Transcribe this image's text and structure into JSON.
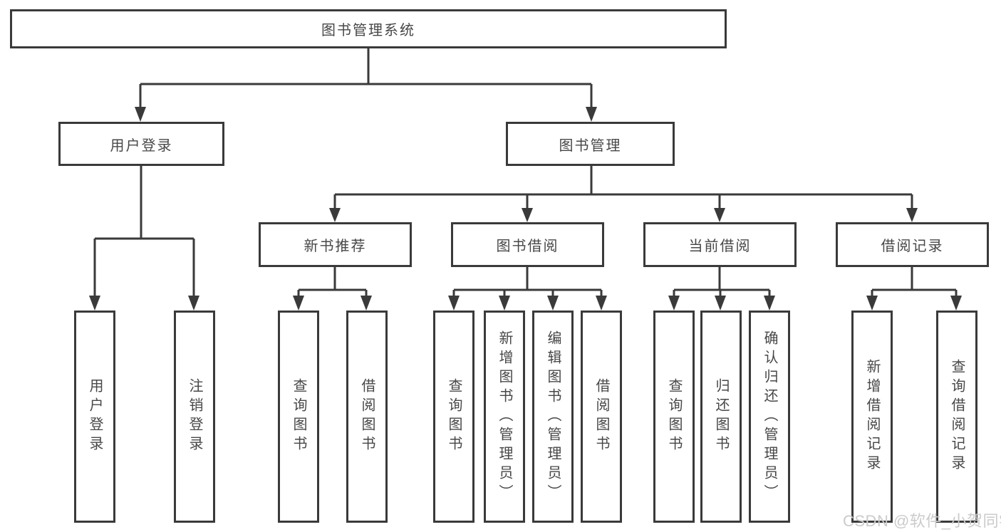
{
  "diagram": {
    "title": "图书管理系统",
    "root": {
      "label": "图书管理系统",
      "children": [
        {
          "label": "用户登录",
          "children": [
            {
              "label": "用户登录"
            },
            {
              "label": "注销登录"
            }
          ]
        },
        {
          "label": "图书管理",
          "children": [
            {
              "label": "新书推荐",
              "children": [
                {
                  "label": "查询图书"
                },
                {
                  "label": "借阅图书"
                }
              ]
            },
            {
              "label": "图书借阅",
              "children": [
                {
                  "label": "查询图书"
                },
                {
                  "label": "新增图书（管理员）"
                },
                {
                  "label": "编辑图书（管理员）"
                },
                {
                  "label": "借阅图书"
                }
              ]
            },
            {
              "label": "当前借阅",
              "children": [
                {
                  "label": "查询图书"
                },
                {
                  "label": "归还图书"
                },
                {
                  "label": "确认归还（管理员）"
                }
              ]
            },
            {
              "label": "借阅记录",
              "children": [
                {
                  "label": "新增借阅记录"
                },
                {
                  "label": "查询借阅记录"
                }
              ]
            }
          ]
        }
      ]
    },
    "colors": {
      "line": "#3a3a3a",
      "box_border": "#3a3a3a",
      "text": "#474747",
      "background": "#ffffff",
      "watermark": "#cbcbcb"
    },
    "watermark": {
      "text": "CSDN @软件_小贺同学"
    }
  }
}
